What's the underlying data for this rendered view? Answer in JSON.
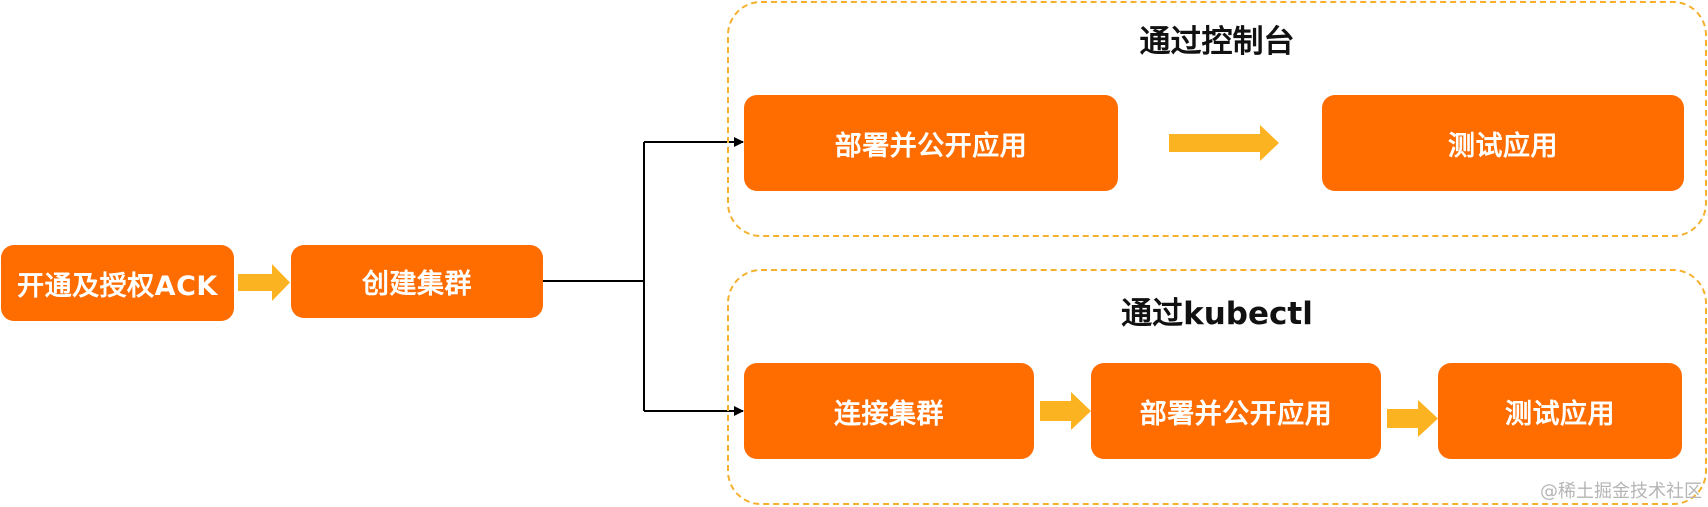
{
  "steps": {
    "enable_ack": "开通及授权ACK",
    "create_cluster": "创建集群"
  },
  "console_group": {
    "title": "通过控制台",
    "deploy": "部署并公开应用",
    "test": "测试应用"
  },
  "kubectl_group": {
    "title": "通过kubectl",
    "connect": "连接集群",
    "deploy": "部署并公开应用",
    "test": "测试应用"
  },
  "colors": {
    "step_fill": "#ff6c00",
    "arrow_fill": "#fbb321",
    "group_border": "#f5b02e",
    "connector": "#000000"
  },
  "watermark": "@稀土掘金技术社区"
}
